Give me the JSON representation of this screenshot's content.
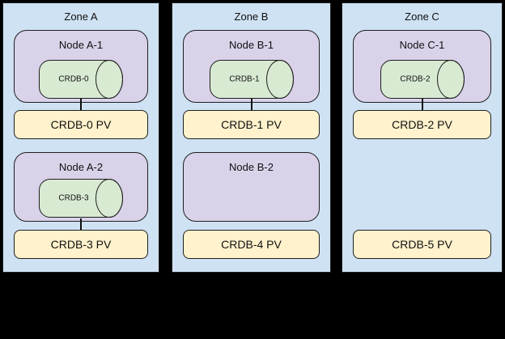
{
  "colors": {
    "background": "#000000",
    "zone_fill": "#cfe2f3",
    "node_fill": "#d9d2e9",
    "cylinder_fill": "#d9ead3",
    "pv_fill": "#fff2cc",
    "border": "#1f1f1f"
  },
  "zones": [
    {
      "label": "Zone A",
      "node1": {
        "label": "Node A-1",
        "cylinder": "CRDB-0"
      },
      "pv1": "CRDB-0 PV",
      "node2": {
        "label": "Node A-2",
        "cylinder": "CRDB-3"
      },
      "pv2": "CRDB-3 PV"
    },
    {
      "label": "Zone B",
      "node1": {
        "label": "Node B-1",
        "cylinder": "CRDB-1"
      },
      "pv1": "CRDB-1 PV",
      "node2": {
        "label": "Node B-2"
      },
      "pv2": "CRDB-4 PV"
    },
    {
      "label": "Zone C",
      "node1": {
        "label": "Node C-1",
        "cylinder": "CRDB-2"
      },
      "pv1": "CRDB-2 PV",
      "pv2": "CRDB-5 PV"
    }
  ]
}
